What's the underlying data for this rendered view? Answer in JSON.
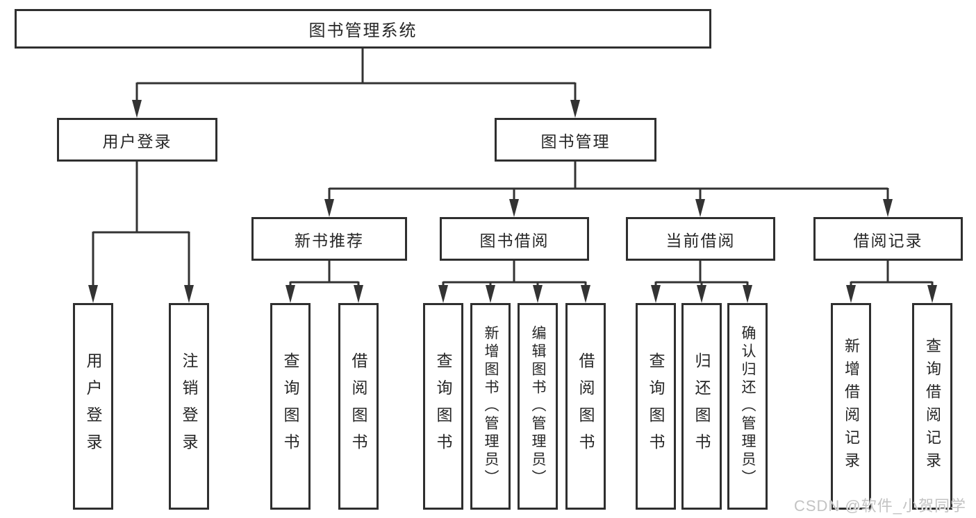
{
  "diagram": {
    "type": "hierarchy-tree",
    "root": {
      "label": "图书管理系统"
    },
    "branches": [
      {
        "label": "用户登录",
        "children": [
          {
            "label": "用户登录"
          },
          {
            "label": "注销登录"
          }
        ]
      },
      {
        "label": "图书管理",
        "children": [
          {
            "label": "新书推荐",
            "children": [
              {
                "label": "查询图书"
              },
              {
                "label": "借阅图书"
              }
            ]
          },
          {
            "label": "图书借阅",
            "children": [
              {
                "label": "查询图书"
              },
              {
                "label": "新增图书（管理员）"
              },
              {
                "label": "编辑图书（管理员）"
              },
              {
                "label": "借阅图书"
              }
            ]
          },
          {
            "label": "当前借阅",
            "children": [
              {
                "label": "查询图书"
              },
              {
                "label": "归还图书"
              },
              {
                "label": "确认归还（管理员）"
              }
            ]
          },
          {
            "label": "借阅记录",
            "children": [
              {
                "label": "新增借阅记录"
              },
              {
                "label": "查询借阅记录"
              }
            ]
          }
        ]
      }
    ]
  },
  "colors": {
    "line": "#333333",
    "border": "#2f2f2f",
    "text": "#262626",
    "watermark": "#c3c3c3"
  },
  "watermark": {
    "text": "CSDN @软件_小贺同学"
  }
}
